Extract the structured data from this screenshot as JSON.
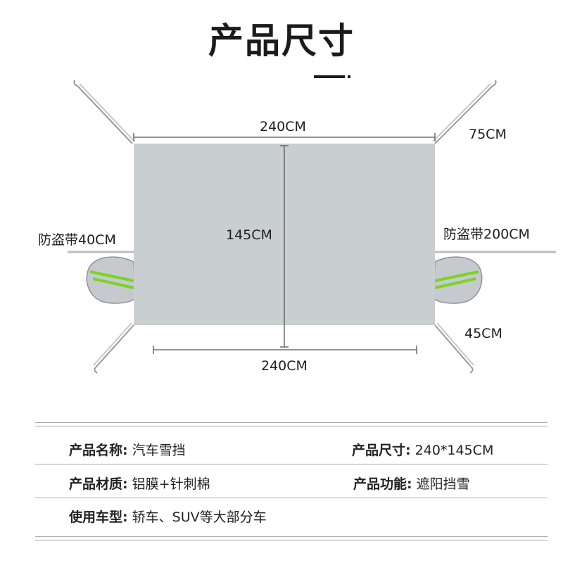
{
  "title": "产品尺寸",
  "diagram": {
    "top_width": "240CM",
    "bottom_width": "240CM",
    "height": "145CM",
    "right_top_strap": "75CM",
    "right_bottom_strap": "45CM",
    "left_strap": "防盗带40CM",
    "right_strap": "防盗带200CM",
    "colors": {
      "cover": "#c9ced1",
      "mirror_stripe": "#7dd321",
      "mirror_body": "#c6cace"
    }
  },
  "specs": [
    {
      "label": "产品名称:",
      "value": "汽车雪挡"
    },
    {
      "label": "产品尺寸:",
      "value": "240*145CM"
    },
    {
      "label": "产品材质:",
      "value": "铝膜+针刺棉"
    },
    {
      "label": "产品功能:",
      "value": "遮阳挡雪"
    },
    {
      "label": "使用车型:",
      "value": "轿车、SUV等大部分车"
    }
  ]
}
